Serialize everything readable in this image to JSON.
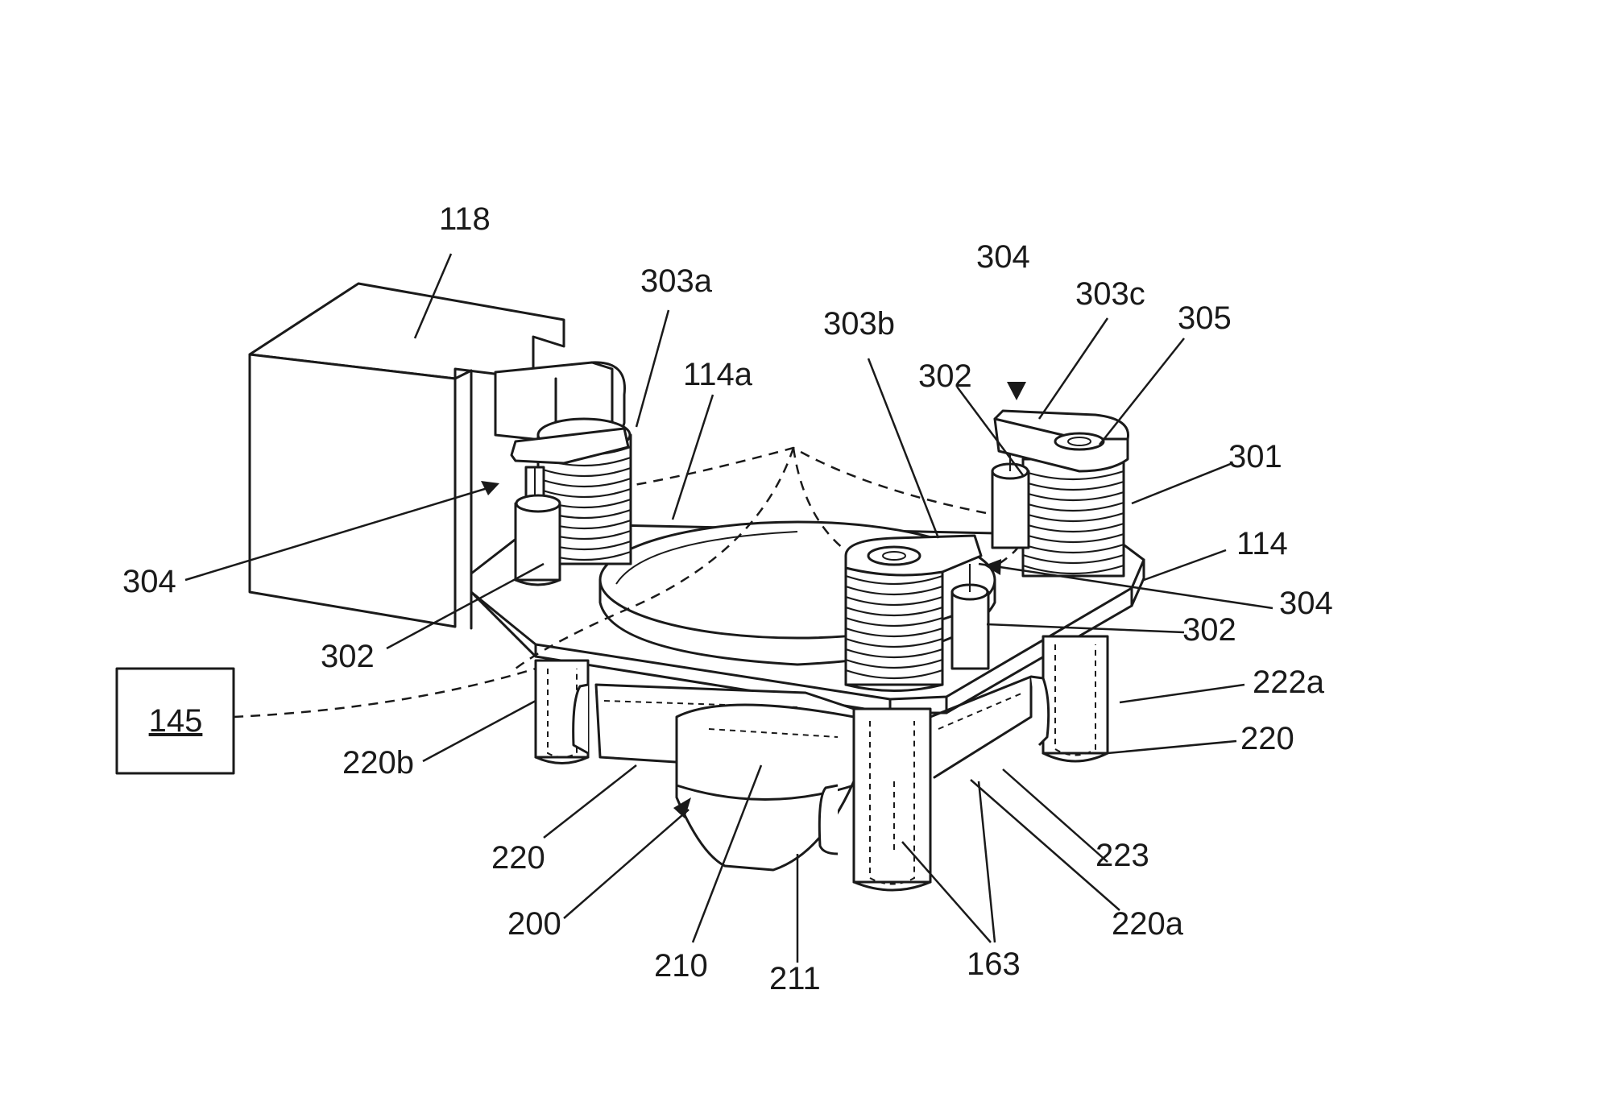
{
  "labels": {
    "l118": "118",
    "l303a": "303a",
    "l304_top": "304",
    "l303c": "303c",
    "l305": "305",
    "l303b": "303b",
    "l302_top": "302",
    "l114a": "114a",
    "l301": "301",
    "l114": "114",
    "l304_left": "304",
    "l304_right": "304",
    "l302_left": "302",
    "l302_right": "302",
    "l145": "145",
    "l222a": "222a",
    "l220b": "220b",
    "l220_right": "220",
    "l220_left": "220",
    "l223": "223",
    "l200": "200",
    "l220a": "220a",
    "l210": "210",
    "l211": "211",
    "l163": "163"
  },
  "colors": {
    "ink": "#1a1a1a",
    "paper": "#ffffff"
  }
}
